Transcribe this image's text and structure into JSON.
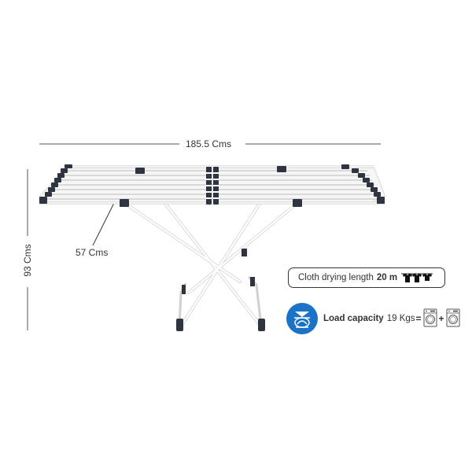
{
  "dimensions": {
    "width_label": "185.5 Cms",
    "height_label": "93 Cms",
    "depth_label": "57 Cms"
  },
  "features": {
    "drying_length_label": "Cloth drying length",
    "drying_length_value": "20 m",
    "load_capacity_label": "Load capacity",
    "load_capacity_value": "19 Kgs",
    "equals": "=",
    "plus": "+"
  },
  "colors": {
    "frame": "#ffffff",
    "frame_outline": "#c8c8c8",
    "end_caps": "#2f3540",
    "accent_blue": "#1a73c7"
  },
  "icons": [
    "shirt-icon",
    "load-capacity-icon",
    "washing-machine-icon"
  ]
}
